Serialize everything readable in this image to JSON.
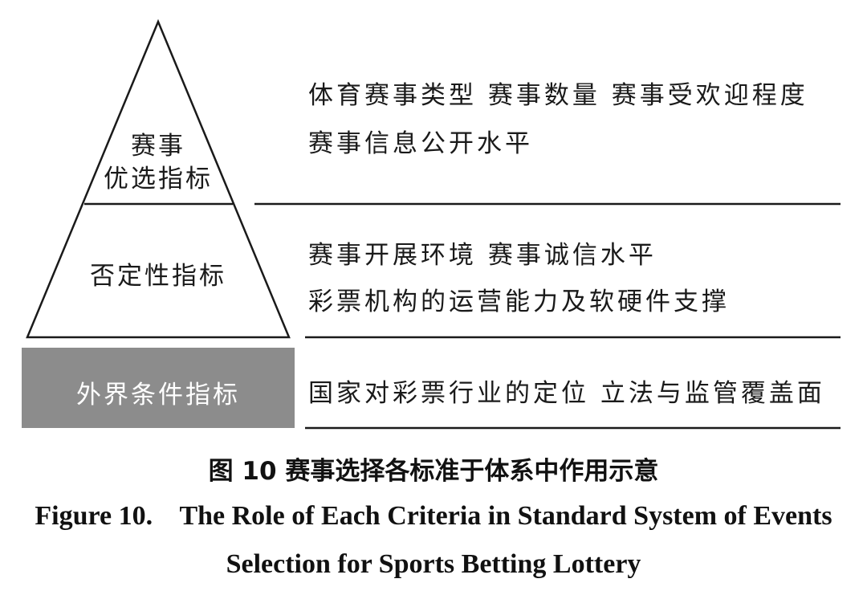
{
  "pyramid": {
    "top_label_line1": "赛事",
    "top_label_line2": "优选指标",
    "middle_label": "否定性指标",
    "base_label": "外界条件指标",
    "base_fill": "#8c8c8c"
  },
  "descriptions": {
    "top_line1": "体育赛事类型  赛事数量  赛事受欢迎程度",
    "top_line2": "赛事信息公开水平",
    "middle_line1": "赛事开展环境   赛事诚信水平",
    "middle_line2": "彩票机构的运营能力及软硬件支撑",
    "base_line1": "国家对彩票行业的定位   立法与监管覆盖面"
  },
  "caption": {
    "chinese": "图 10  赛事选择各标准于体系中作用示意",
    "english_line1": "Figure 10.    The Role of Each Criteria in Standard System of Events",
    "english_line2": "Selection for Sports Betting Lottery"
  }
}
